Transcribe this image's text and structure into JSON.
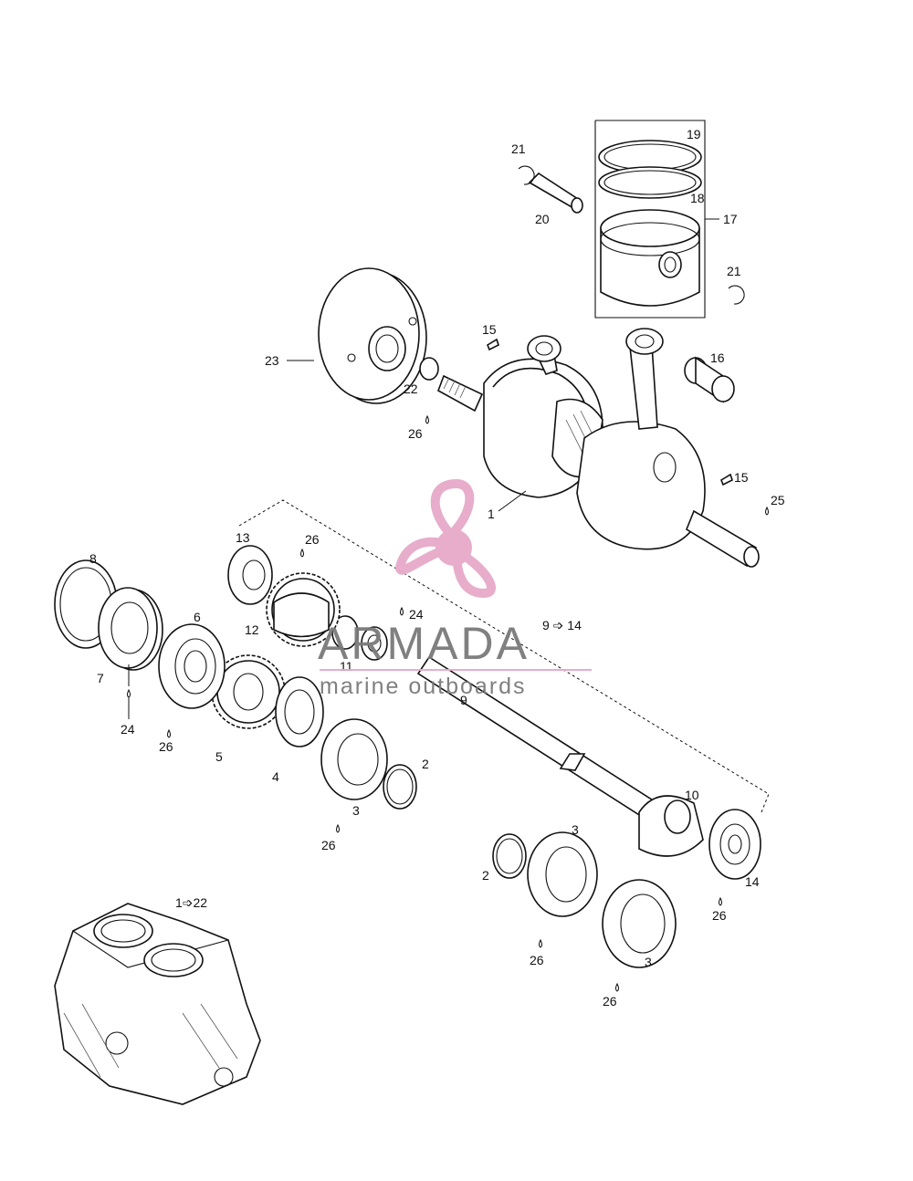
{
  "diagram": {
    "labels": {
      "l1": "1",
      "l2a": "2",
      "l2b": "2",
      "l3a": "3",
      "l3b": "3",
      "l3c": "3",
      "l4": "4",
      "l5": "5",
      "l6": "6",
      "l7": "7",
      "l8": "8",
      "l9": "9",
      "l9to14": "9 ➩ 14",
      "l10": "10",
      "l11": "11",
      "l12": "12",
      "l13": "13",
      "l14": "14",
      "l15a": "15",
      "l15b": "15",
      "l16": "16",
      "l17": "17",
      "l18": "18",
      "l19": "19",
      "l20": "20",
      "l21a": "21",
      "l21b": "21",
      "l22": "22",
      "l23": "23",
      "l24a": "24",
      "l24b": "24",
      "l25": "25",
      "l26a": "26",
      "l26b": "26",
      "l26c": "26",
      "l26d": "26",
      "l26e": "26",
      "l26f": "26",
      "l26g": "26",
      "l1to22": "1➩22"
    }
  },
  "watermark": {
    "brand": "ARMADA",
    "tagline": "marine outboards",
    "accent_color": "#e6a9c9",
    "accent_dark": "#d98ab5"
  }
}
